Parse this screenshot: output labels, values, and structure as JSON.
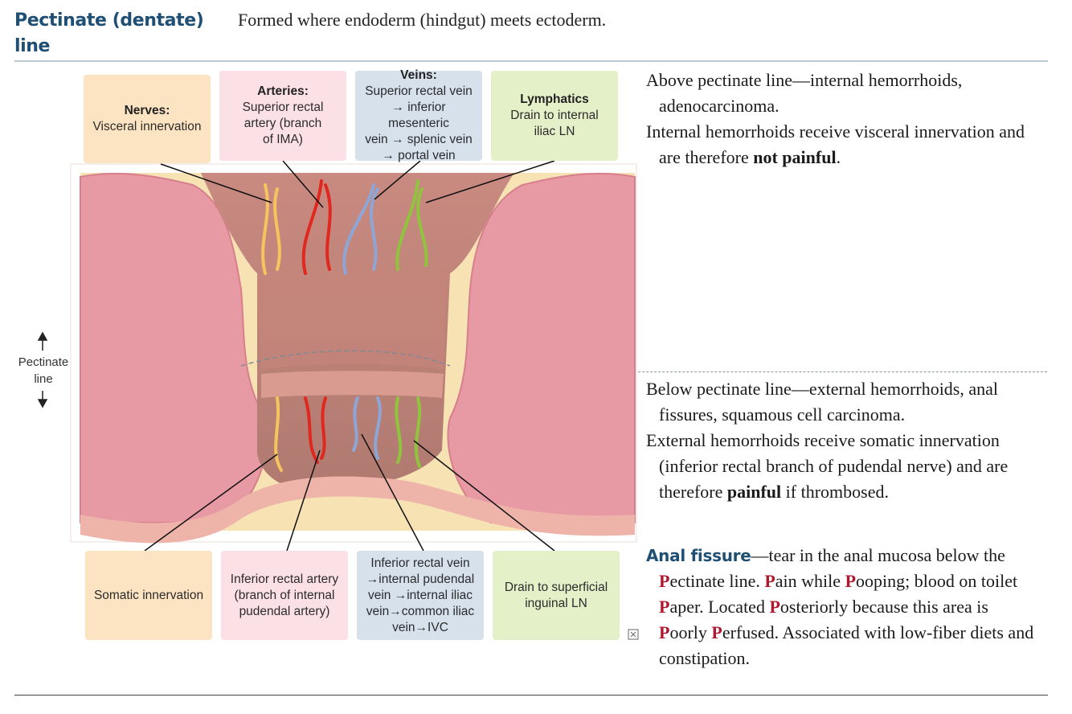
{
  "heading": {
    "line1": "Pectinate (dentate)",
    "line2": "line"
  },
  "definition": "Formed where endoderm (hindgut) meets ectoderm.",
  "above": {
    "p1": "Above pectinate line—internal hemorrhoids, adenocarcinoma.",
    "p2_a": "Internal hemorrhoids receive visceral innervation and are therefore ",
    "p2_bold": "not painful",
    "p2_end": "."
  },
  "below": {
    "p1": "Below pectinate line—external hemorrhoids, anal fissures, squamous cell carcinoma.",
    "p2_a": "External hemorrhoids receive somatic innervation (inferior rectal branch of pudendal nerve) and are therefore ",
    "p2_bold": "painful",
    "p2_end": " if thrombosed."
  },
  "fissure": {
    "term": "Anal fissure",
    "t1": "—tear in the anal mucosa below the ",
    "P1": "P",
    "t2": "ectinate line. ",
    "P2": "P",
    "t3": "ain while ",
    "P3": "P",
    "t4": "ooping; blood on toilet ",
    "P4": "P",
    "t5": "aper. Located ",
    "P5": "P",
    "t6": "osteriorly because this area is ",
    "P6": "P",
    "t7": "oorly ",
    "P7": "P",
    "t8": "erfused. Associated with low-fiber diets and constipation."
  },
  "diagram": {
    "pectinate_label": [
      "Pectinate",
      "line"
    ],
    "top_boxes": [
      {
        "title": "Nerves:",
        "lines": [
          "Visceral innervation"
        ]
      },
      {
        "title": "Arteries:",
        "lines": [
          "Superior rectal",
          "artery (branch",
          "of IMA)"
        ]
      },
      {
        "title": "Veins:",
        "lines": [
          "Superior rectal vein",
          "→ inferior mesenteric",
          "vein → splenic vein",
          "→ portal vein"
        ]
      },
      {
        "title": "Lymphatics",
        "lines": [
          "Drain to internal",
          "iliac LN"
        ]
      }
    ],
    "bottom_boxes": [
      {
        "lines": [
          "Somatic innervation"
        ]
      },
      {
        "lines": [
          "Inferior rectal artery",
          "(branch of internal",
          "pudendal artery)"
        ]
      },
      {
        "lines": [
          "Inferior rectal vein",
          "→internal pudendal",
          "vein →internal iliac",
          "vein→common iliac",
          "vein→IVC"
        ]
      },
      {
        "lines": [
          "Drain to superficial",
          "inguinal LN"
        ]
      }
    ],
    "colors": {
      "nerve": "#f6c45e",
      "artery": "#e0281f",
      "vein": "#8ea6d6",
      "lymph": "#8fc43c",
      "tissue": "#e9a3a8",
      "fat": "#f7e2b4"
    }
  }
}
